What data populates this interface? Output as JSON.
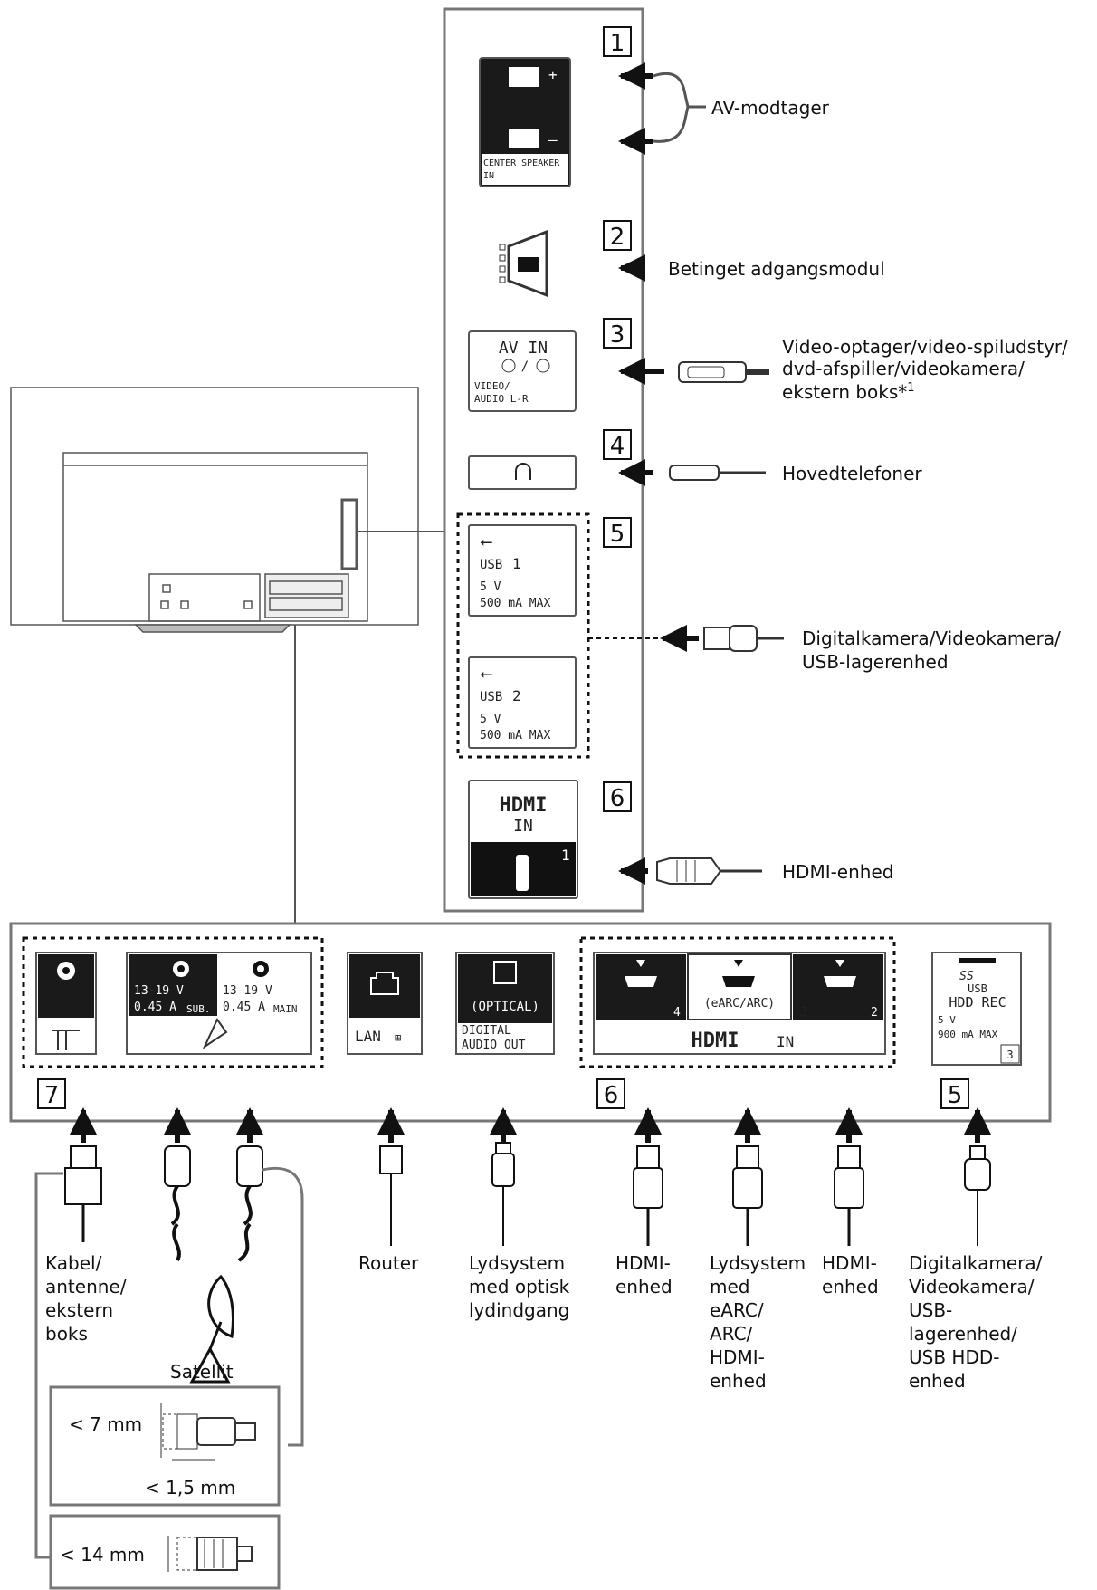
{
  "side_panel": {
    "markers": [
      "1",
      "2",
      "3",
      "4",
      "5",
      "6"
    ],
    "center_speaker": {
      "line1": "CENTER SPEAKER",
      "line2": "IN",
      "plus": "+",
      "minus": "–"
    },
    "av_in": {
      "title": "AV IN",
      "line1": "VIDEO/",
      "line2": "AUDIO L-R"
    },
    "usb1": {
      "name": "USB",
      "num": "1",
      "volt": "5 V",
      "current": "500 mA MAX"
    },
    "usb2": {
      "name": "USB",
      "num": "2",
      "volt": "5 V",
      "current": "500 mA MAX"
    },
    "hdmi": {
      "brand": "HDMI",
      "in": "IN",
      "num": "1"
    }
  },
  "side_labels": {
    "av_receiver": "AV-modtager",
    "cam": "Betinget adgangsmodul",
    "video_l1": "Video-optager/video-spiludstyr/",
    "video_l2": "dvd-afspiller/videokamera/",
    "video_l3": "ekstern boks*",
    "video_sup": "1",
    "headphones": "Hovedtelefoner",
    "usb_l1": "Digitalkamera/Videokamera/",
    "usb_l2": "USB-lagerenhed",
    "hdmi_dev": "HDMI-enhed"
  },
  "bottom_panel": {
    "markers": [
      "7",
      "6",
      "5"
    ],
    "sat_sub": {
      "volt": "13-19 V",
      "amp": "0.45 A",
      "tag": "SUB."
    },
    "sat_main": {
      "volt": "13-19 V",
      "amp": "0.45 A",
      "tag": "MAIN"
    },
    "lan": "LAN",
    "optical": {
      "tag": "(OPTICAL)",
      "line1": "DIGITAL",
      "line2": "AUDIO OUT"
    },
    "hdmi": {
      "n4": "4",
      "n3": "3",
      "n2": "2",
      "earc": "(eARC/ARC)",
      "brand": "HDMI",
      "in": "IN"
    },
    "usb3": {
      "ss": "SS",
      "line1": "USB",
      "line2": "HDD REC",
      "volt": "5 V",
      "current": "900 mA MAX",
      "num": "3"
    }
  },
  "bottom_labels": {
    "cable": [
      "Kabel/",
      "antenne/",
      "ekstern",
      "boks"
    ],
    "satellite": "Satellit",
    "router": "Router",
    "optical_sys": [
      "Lydsystem",
      "med optisk",
      "lydindgang"
    ],
    "hdmi4": [
      "HDMI-",
      "enhed"
    ],
    "earc_sys": [
      "Lydsystem",
      "med",
      "eARC/",
      "ARC/",
      "HDMI-",
      "enhed"
    ],
    "hdmi2": [
      "HDMI-",
      "enhed"
    ],
    "usb_dev": [
      "Digitalkamera/",
      "Videokamera/",
      "USB-",
      "lagerenhed/",
      "USB HDD-",
      "enhed"
    ]
  },
  "dimensions": {
    "d1": "< 7 mm",
    "d2": "< 1,5 mm",
    "d3": "< 14 mm"
  }
}
